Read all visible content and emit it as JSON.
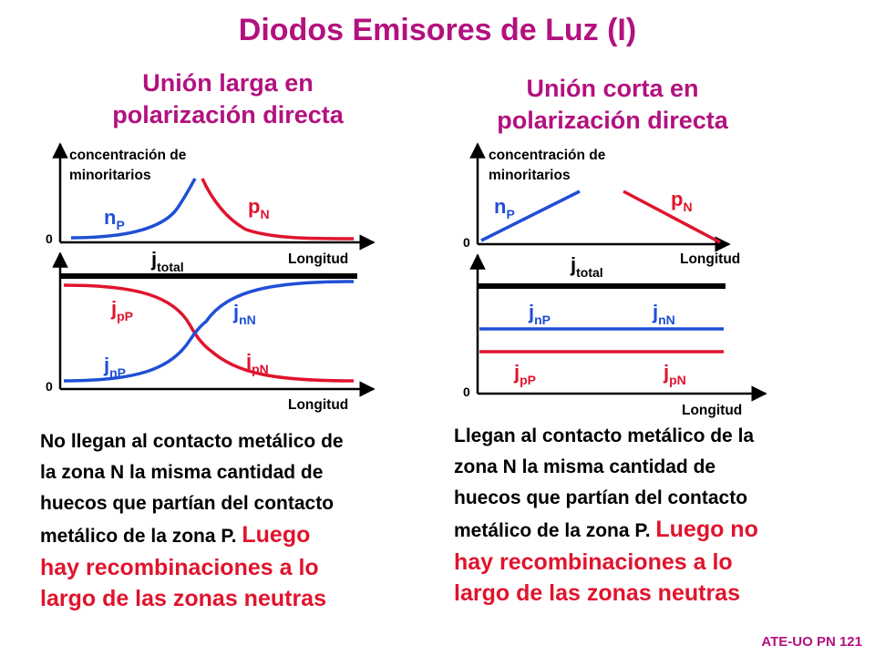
{
  "title": "Diodos Emisores de Luz (I)",
  "left": {
    "subtitle_line1": "Unión larga en",
    "subtitle_line2": "polarización directa",
    "axis_label_line1": "concentración de",
    "axis_label_line2": "minoritarios",
    "zero_top": "0",
    "zero_bottom": "0",
    "longitud_top": "Longitud",
    "longitud_bottom": "Longitud",
    "nP": {
      "main": "n",
      "sub": "P"
    },
    "pN": {
      "main": "p",
      "sub": "N"
    },
    "jtotal": {
      "main": "j",
      "sub": "total"
    },
    "jpP": {
      "main": "j",
      "sub": "pP"
    },
    "jnN": {
      "main": "j",
      "sub": "nN"
    },
    "jnP": {
      "main": "j",
      "sub": "nP"
    },
    "jpN": {
      "main": "j",
      "sub": "pN"
    },
    "paragraph": {
      "line1": "No llegan al contacto metálico de",
      "line2": "la zona N la misma cantidad de",
      "line3": "huecos que partían del contacto",
      "line4a": "metálico de la zona P. ",
      "line4b": "Luego",
      "line5": "hay recombinaciones a lo",
      "line6": "largo de las zonas neutras"
    }
  },
  "right": {
    "subtitle_line1": "Unión corta en",
    "subtitle_line2": "polarización directa",
    "axis_label_line1": "concentración de",
    "axis_label_line2": "minoritarios",
    "zero_top": "0",
    "zero_bottom": "0",
    "longitud_top": "Longitud",
    "longitud_bottom": "Longitud",
    "nP": {
      "main": "n",
      "sub": "P"
    },
    "pN": {
      "main": "p",
      "sub": "N"
    },
    "jtotal": {
      "main": "j",
      "sub": "total"
    },
    "jnP": {
      "main": "j",
      "sub": "nP"
    },
    "jnN": {
      "main": "j",
      "sub": "nN"
    },
    "jpP": {
      "main": "j",
      "sub": "pP"
    },
    "jpN": {
      "main": "j",
      "sub": "pN"
    },
    "paragraph": {
      "line1": "Llegan al contacto metálico de la",
      "line2": "zona N la misma cantidad de",
      "line3": "huecos que partían del contacto",
      "line4a": "metálico de la zona P. ",
      "line4b": "Luego no",
      "line5": "hay recombinaciones a lo",
      "line6": "largo de las zonas neutras"
    }
  },
  "footer": "ATE-UO PN 121",
  "colors": {
    "accent": "#b3117f",
    "blue": "#1f4fd6",
    "red": "#e0142d",
    "black": "#000000"
  }
}
